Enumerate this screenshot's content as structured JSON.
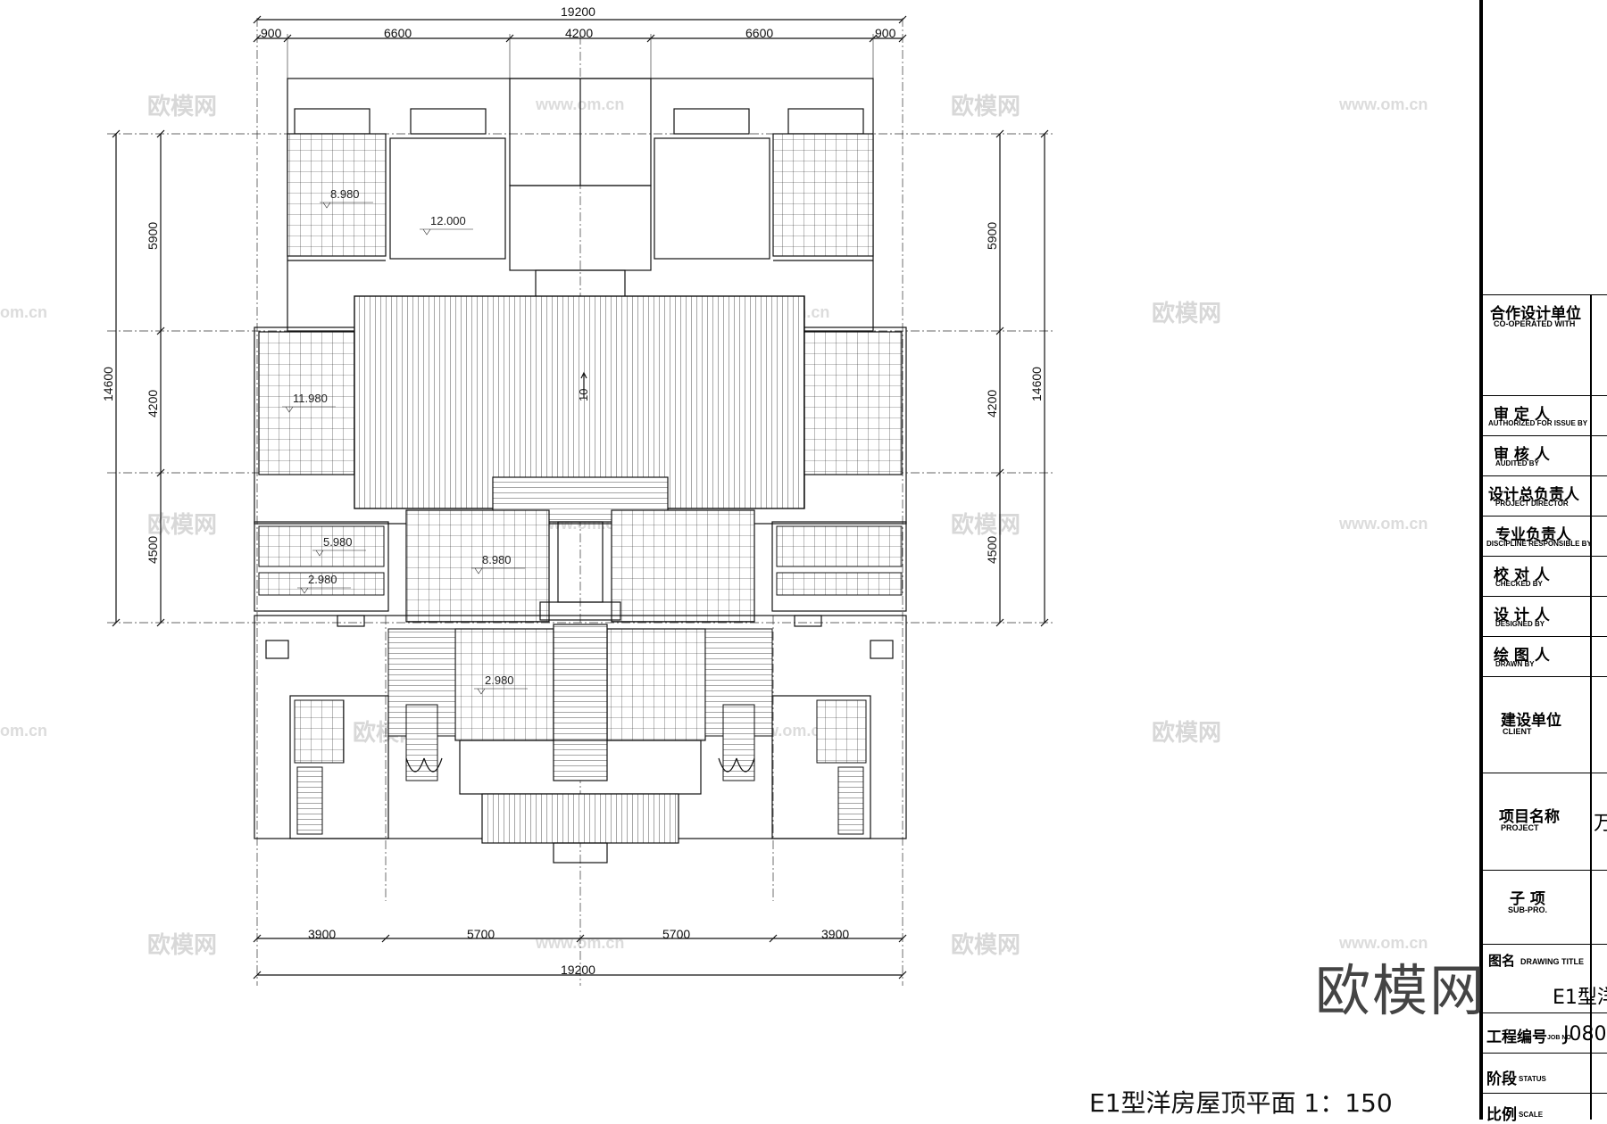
{
  "dimensions": {
    "top_overall": "19200",
    "top_segments": [
      "900",
      "6600",
      "4200",
      "6600",
      "900"
    ],
    "bottom_segments": [
      "3900",
      "5700",
      "5700",
      "3900"
    ],
    "bottom_overall": "19200",
    "left_overall": "14600",
    "left_segments": [
      "5900",
      "4200",
      "4500"
    ],
    "right_overall": "14600",
    "right_segments": [
      "5900",
      "4200",
      "4500"
    ]
  },
  "elevations": {
    "upper_left_terrace": "8.980",
    "upper_roof": "12.000",
    "left_mid_terrace": "11.980",
    "main_roof_slope": "10",
    "left_lower_terrace": "5.980",
    "left_balcony": "2.980",
    "center_terrace": "8.980",
    "center_lower_terrace": "2.980"
  },
  "watermarks": {
    "brand": "欧模网",
    "url": "www.om.cn",
    "url_partial": "om.cn"
  },
  "sheet_title": "E1型洋房屋顶平面 1：150",
  "title_block": {
    "cooperated": {
      "zh": "合作设计单位",
      "en": "CO-OPERATED WITH"
    },
    "authorized": {
      "zh": "审 定 人",
      "en": "AUTHORIZED FOR ISSUE BY"
    },
    "audited": {
      "zh": "审 核 人",
      "en": "AUDITED BY"
    },
    "director": {
      "zh": "设计总负责人",
      "en": "PROJECT DIRECTOR"
    },
    "discipline": {
      "zh": "专业负责人",
      "en": "DISCIPLINE RESPONSIBLE BY"
    },
    "checked": {
      "zh": "校 对 人",
      "en": "CHECKED BY"
    },
    "designed": {
      "zh": "设 计 人",
      "en": "DESIGNED BY"
    },
    "drawn": {
      "zh": "绘 图 人",
      "en": "DRAWN BY"
    },
    "client": {
      "zh": "建设单位",
      "en": "CLIENT"
    },
    "project": {
      "zh": "项目名称",
      "en": "PROJECT",
      "value": "万"
    },
    "subpro": {
      "zh": "子 项",
      "en": "SUB-PRO."
    },
    "drawing_title": {
      "zh": "图名",
      "en": "DRAWING TITLE",
      "value": "E1型洋"
    },
    "job_no": {
      "zh": "工程编号",
      "en": "JOB NO",
      "value": "J080"
    },
    "status": {
      "zh": "阶段",
      "en": "STATUS"
    },
    "scale": {
      "zh": "比例",
      "en": "SCALE"
    }
  }
}
